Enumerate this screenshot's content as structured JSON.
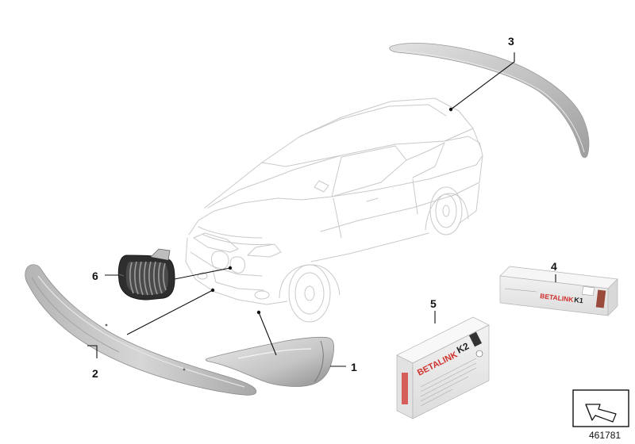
{
  "callouts": {
    "c1": "1",
    "c2": "2",
    "c3": "3",
    "c4": "4",
    "c5": "5",
    "c6": "6"
  },
  "product_labels": {
    "box4_brand": "BETALINK",
    "box4_suffix": "K1",
    "box5_brand": "BETALINK",
    "box5_model": "K2"
  },
  "diagram_number": "461781",
  "colors": {
    "part_gray": "#c8c8c8",
    "brand_red": "#d0312d",
    "ink": "#111111",
    "car_line": "#c9c9c9"
  },
  "icons": {
    "nav": "arrow-down-left-icon"
  }
}
